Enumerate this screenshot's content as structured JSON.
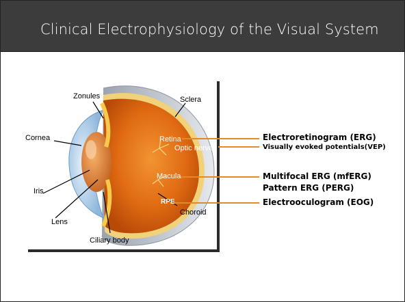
{
  "slide": {
    "title": "Clinical Electrophysiology of the Visual System"
  },
  "anatomy_labels": {
    "zonules": "Zonules",
    "sclera": "Sclera",
    "cornea": "Cornea",
    "retina": "Retina",
    "optic_nerve": "Optic nerve",
    "iris": "Iris",
    "macula": "Macula",
    "rpe": "RPE",
    "lens": "Lens",
    "choroid": "Choroid",
    "ciliary_body": "Ciliary body"
  },
  "tests": {
    "erg": "Electroretinogram (ERG)",
    "vep": "Visually evoked potentials(VEP)",
    "mferg": "Multifocal ERG (mfERG)",
    "perg": "Pattern ERG (PERG)",
    "eog": "Electrooculogram (EOG)"
  },
  "colors": {
    "title_bar": "#3c3c3c",
    "leader_line": "#e08a2a",
    "eye_orange": "#e8741a",
    "sclera_grey": "#c7ccd4",
    "cornea_blue": "#a9c8e6"
  }
}
